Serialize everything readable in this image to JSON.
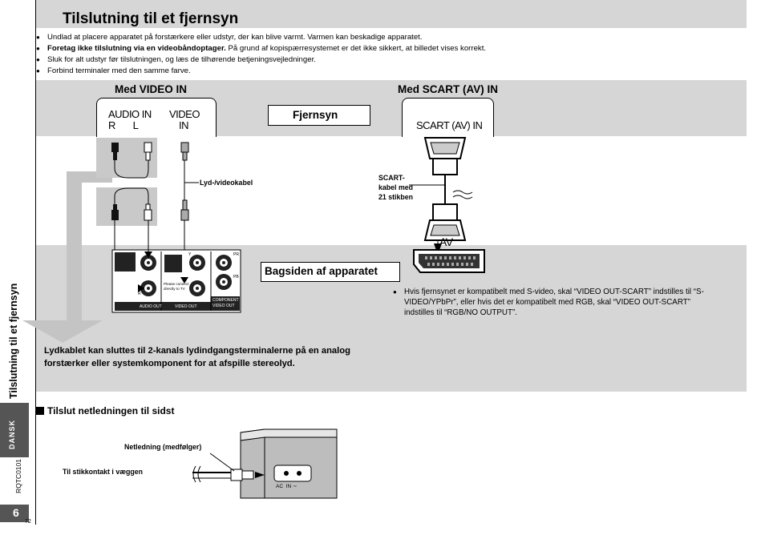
{
  "page": {
    "title": "Tilslutning til et fjernsyn",
    "side_label": "Tilslutning til et fjernsyn",
    "language_tab": "DANSK",
    "doc_code": "RQTC0101",
    "page_number": "6",
    "page_sub": "72"
  },
  "notes": [
    {
      "bold": "",
      "text": "Undlad at placere apparatet på forstærkere eller udstyr, der kan blive varmt. Varmen kan beskadige apparatet."
    },
    {
      "bold": "Foretag ikke tilslutning via en videobåndoptager.",
      "text": " På grund af kopispærresystemet er det ikke sikkert, at billedet vises korrekt."
    },
    {
      "bold": "",
      "text": "Sluk for alt udstyr før tilslutningen, og læs de tilhørende betjeningsvejledninger."
    },
    {
      "bold": "",
      "text": "Forbind terminaler med den samme farve."
    }
  ],
  "video_in": {
    "heading": "Med VIDEO IN",
    "audio_label_1": "AUDIO IN",
    "audio_label_2": "R       L",
    "video_label_1": "VIDEO",
    "video_label_2": "IN",
    "cable_label": "Lyd-/videokabel"
  },
  "tv_label": "Fjernsyn",
  "scart": {
    "heading": "Med SCART (AV) IN",
    "port_label": "SCART (AV) IN",
    "cable_label_1": "SCART-",
    "cable_label_2": "kabel med",
    "cable_label_3": "21 stikben",
    "av_label": "AV"
  },
  "back_panel": {
    "label": "Bagsiden af apparatet",
    "audio_out": "AUDIO OUT",
    "video_out": "VIDEO OUT",
    "component_out_1": "COMPONENT",
    "component_out_2": "VIDEO OUT",
    "direct_note": "Please connect directly to TV",
    "pr": "PR",
    "pb": "PB",
    "y": "Y",
    "r": "R",
    "l": "L"
  },
  "scart_note": "Hvis fjernsynet er kompatibelt med S-video, skal “VIDEO OUT-SCART” indstilles til “S-VIDEO/YPbPr”, eller hvis det er kompatibelt med RGB, skal “VIDEO OUT-SCART” indstilles til “RGB/NO OUTPUT”.",
  "audio_note": "Lydkablet kan sluttes til 2-kanals lydindgangsterminalerne på en analog forstærker eller systemkomponent for at afspille stereolyd.",
  "power": {
    "heading": "Tilslut netledningen til sidst",
    "cord_label": "Netledning (medfølger)",
    "wall_label": "Til stikkontakt i væggen",
    "ac_label": "AC  IN"
  }
}
